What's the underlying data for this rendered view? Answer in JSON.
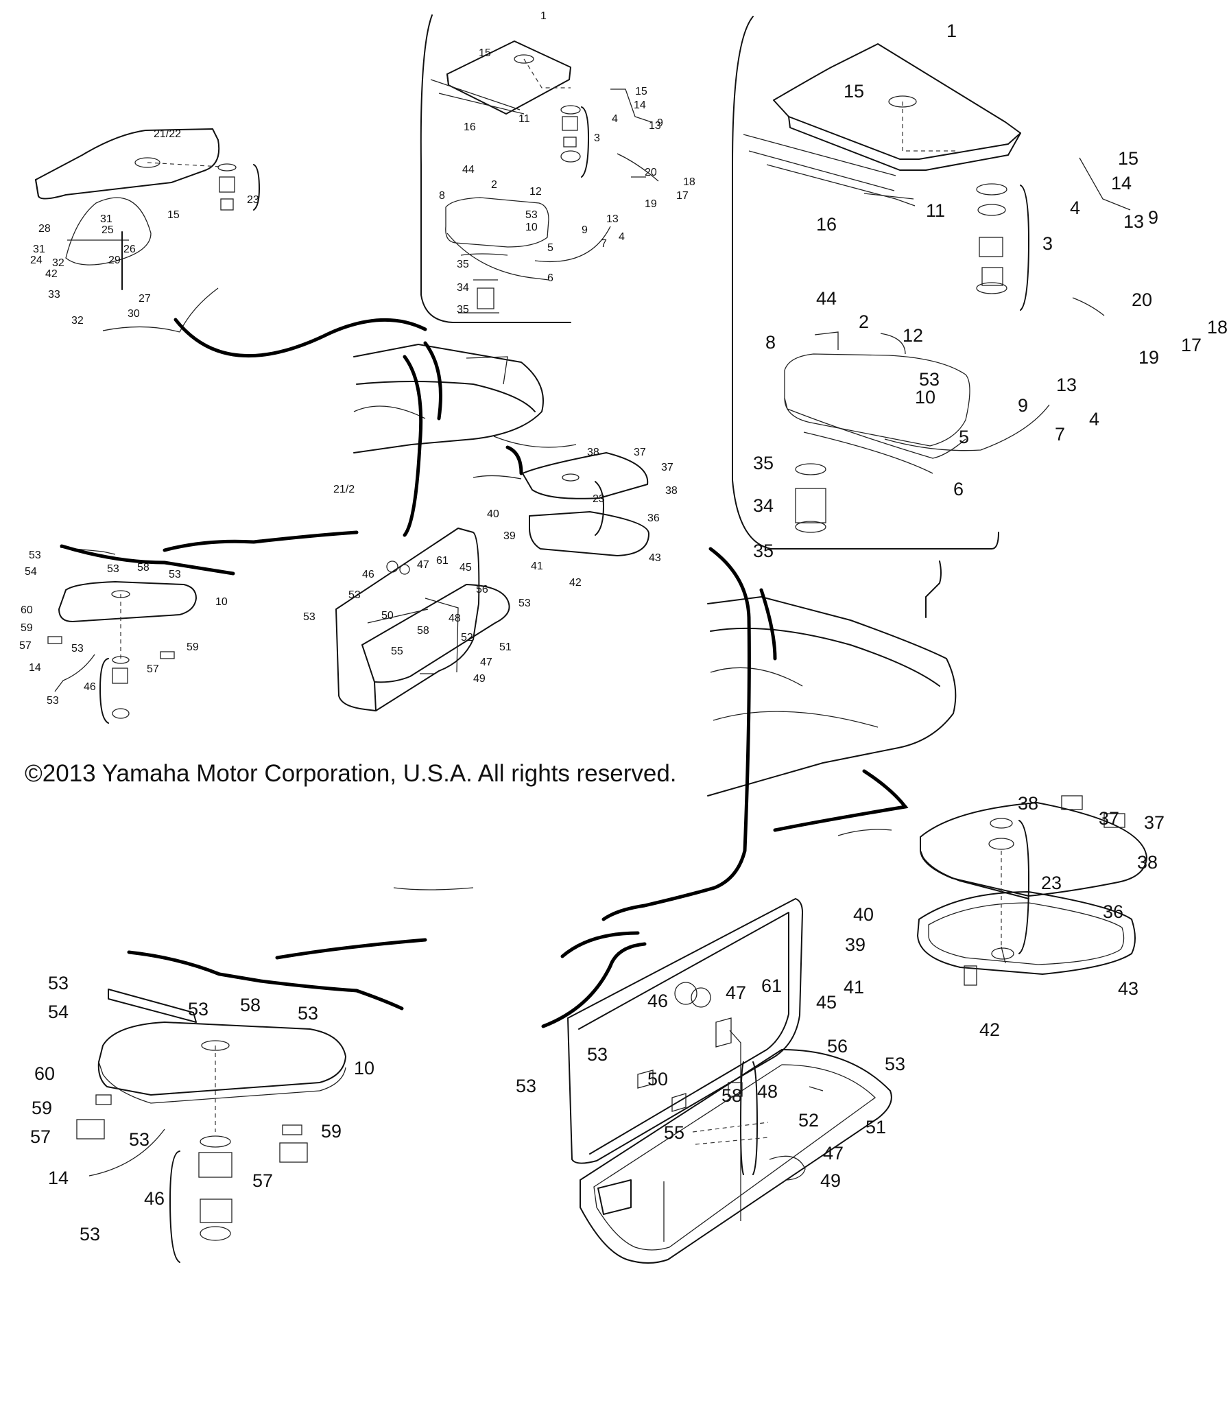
{
  "copyright": "©2013 Yamaha Motor Corporation, U.S.A. All rights reserved.",
  "small_top": {
    "seat_21_22": [
      "21/22",
      "23",
      "15",
      "28",
      "31",
      "25",
      "26",
      "31",
      "24",
      "32",
      "29",
      "42",
      "33",
      "27",
      "32",
      "30"
    ],
    "glovebox": [
      "1",
      "15",
      "16",
      "11",
      "15",
      "14",
      "4",
      "13",
      "9",
      "3",
      "44",
      "8",
      "2",
      "12",
      "53",
      "10",
      "20",
      "18",
      "19",
      "17",
      "5",
      "9",
      "13",
      "7",
      "4",
      "35",
      "6",
      "34",
      "35"
    ]
  },
  "small_mid": {
    "hatch_top": [
      "38",
      "37",
      "37",
      "38",
      "23",
      "36",
      "40",
      "39",
      "41",
      "42",
      "43",
      "21/2"
    ],
    "storage_box": [
      "47",
      "61",
      "45",
      "46",
      "53",
      "53",
      "50",
      "56",
      "53",
      "58",
      "48",
      "55",
      "52",
      "51",
      "47",
      "49"
    ],
    "lid_left": [
      "53",
      "54",
      "53",
      "58",
      "53",
      "10",
      "60",
      "59",
      "57",
      "53",
      "57",
      "59",
      "14",
      "53",
      "46"
    ]
  },
  "large_top": [
    "1",
    "15",
    "16",
    "11",
    "15",
    "14",
    "4",
    "13",
    "9",
    "3",
    "20",
    "18",
    "19",
    "17",
    "44",
    "8",
    "2",
    "12",
    "53",
    "10",
    "13",
    "9",
    "7",
    "4",
    "5",
    "35",
    "6",
    "34",
    "35"
  ],
  "large_right": [
    "38",
    "37",
    "37",
    "38",
    "23",
    "36",
    "40",
    "39",
    "41",
    "42",
    "43"
  ],
  "large_left": [
    "53",
    "54",
    "53",
    "58",
    "53",
    "10",
    "60",
    "59",
    "57",
    "53",
    "59",
    "14",
    "57",
    "46",
    "53"
  ],
  "large_box": [
    "47",
    "61",
    "46",
    "45",
    "53",
    "56",
    "53",
    "53",
    "50",
    "48",
    "58",
    "55",
    "52",
    "51",
    "47",
    "49"
  ]
}
